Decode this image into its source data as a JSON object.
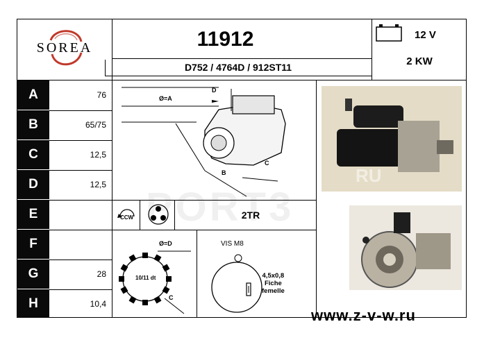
{
  "brand": {
    "name": "SOREA"
  },
  "header": {
    "part_number": "11912",
    "references": "D752 / 4764D / 912ST11",
    "voltage": "12 V",
    "power": "2 KW"
  },
  "dimensions": [
    {
      "letter": "A",
      "value": "76"
    },
    {
      "letter": "B",
      "value": "65/75"
    },
    {
      "letter": "C",
      "value": "12,5"
    },
    {
      "letter": "D",
      "value": "12,5"
    },
    {
      "letter": "E",
      "value": ""
    },
    {
      "letter": "F",
      "value": ""
    },
    {
      "letter": "G",
      "value": "28"
    },
    {
      "letter": "H",
      "value": "10,4"
    }
  ],
  "diagram": {
    "label_diameter_a": "Ø=A",
    "label_d": "D",
    "label_c": "C",
    "label_b": "B",
    "rotation": "CCW",
    "mount_type": "2TR",
    "pinion_diameter": "Ø=D",
    "teeth": "10/11 dt",
    "pinion_c": "C",
    "screw": "VIS M8",
    "terminal_size": "4,5x0,8",
    "terminal_line1": "Fiche",
    "terminal_line2": "femelle"
  },
  "footer": {
    "url": "www.z-v-w.ru"
  },
  "watermark": {
    "text": "PORT3",
    "suffix": "RU"
  },
  "colors": {
    "letter_bg": "#0a0a0a",
    "logo_accent": "#c0392b"
  }
}
